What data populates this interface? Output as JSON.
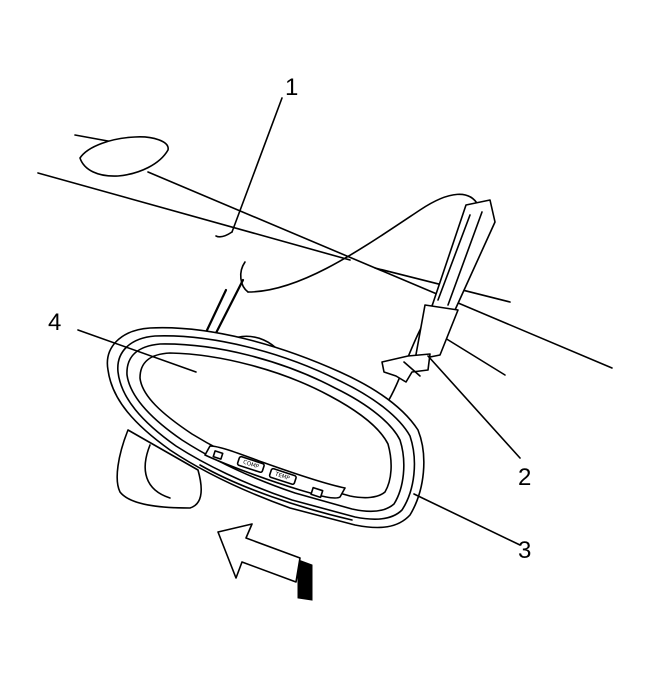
{
  "callouts": [
    {
      "id": "1",
      "label": "1"
    },
    {
      "id": "2",
      "label": "2"
    },
    {
      "id": "3",
      "label": "3"
    },
    {
      "id": "4",
      "label": "4"
    }
  ],
  "mirror_buttons": {
    "left": "COMP",
    "right": "TEMP"
  },
  "colors": {
    "ink": "#000000",
    "background": "#ffffff"
  }
}
